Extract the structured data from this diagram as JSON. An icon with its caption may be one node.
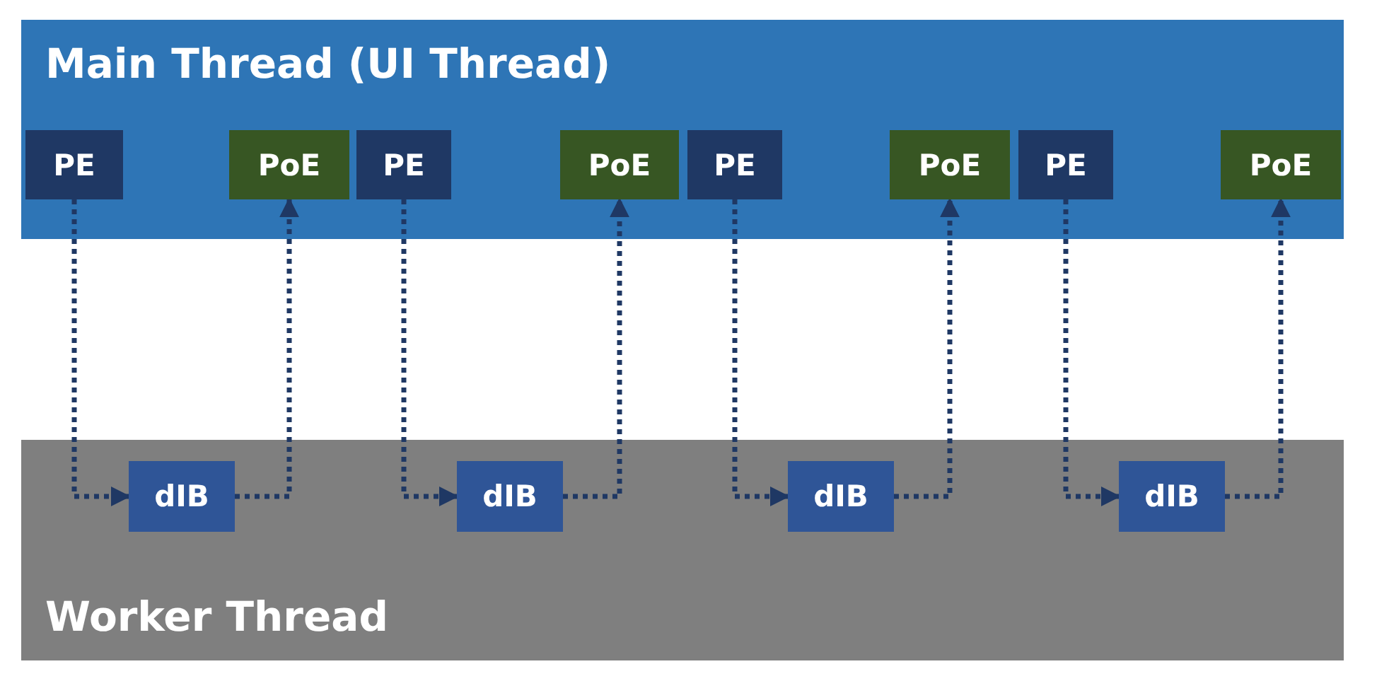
{
  "diagram": {
    "nodes": [
      {
        "text": [
          "Main Thread (UI Thread)"
        ]
      },
      {
        "text": [
          "PE"
        ],
        "in": 0
      },
      {
        "text": [
          "PoE"
        ],
        "in": 0
      },
      {
        "text": [
          "PE"
        ],
        "in": 0
      },
      {
        "text": [
          "PoE"
        ],
        "in": 0
      },
      {
        "text": [
          "PE"
        ],
        "in": 0
      },
      {
        "text": [
          "PoE"
        ],
        "in": 0
      },
      {
        "text": [
          "PE"
        ],
        "in": 0
      },
      {
        "text": [
          "PoE"
        ],
        "in": 0
      },
      {
        "text": [
          "Worker Thread"
        ]
      },
      {
        "text": [
          "dIB"
        ],
        "in": 9
      },
      {
        "text": [
          "dIB"
        ],
        "in": 9
      },
      {
        "text": [
          "dIB"
        ],
        "in": 9
      },
      {
        "text": [
          "dIB"
        ],
        "in": 9
      }
    ],
    "edges": [
      {
        "from": 1,
        "to": 10,
        "arrow": "to",
        "style": "dashed"
      },
      {
        "from": 10,
        "to": 2,
        "arrow": "to",
        "style": "dashed"
      },
      {
        "from": 3,
        "to": 11,
        "arrow": "to",
        "style": "dashed"
      },
      {
        "from": 11,
        "to": 4,
        "arrow": "to",
        "style": "dashed"
      },
      {
        "from": 5,
        "to": 12,
        "arrow": "to",
        "style": "dashed"
      },
      {
        "from": 12,
        "to": 6,
        "arrow": "to",
        "style": "dashed"
      },
      {
        "from": 7,
        "to": 13,
        "arrow": "to",
        "style": "dashed"
      },
      {
        "from": 13,
        "to": 8,
        "arrow": "to",
        "style": "dashed"
      }
    ]
  }
}
